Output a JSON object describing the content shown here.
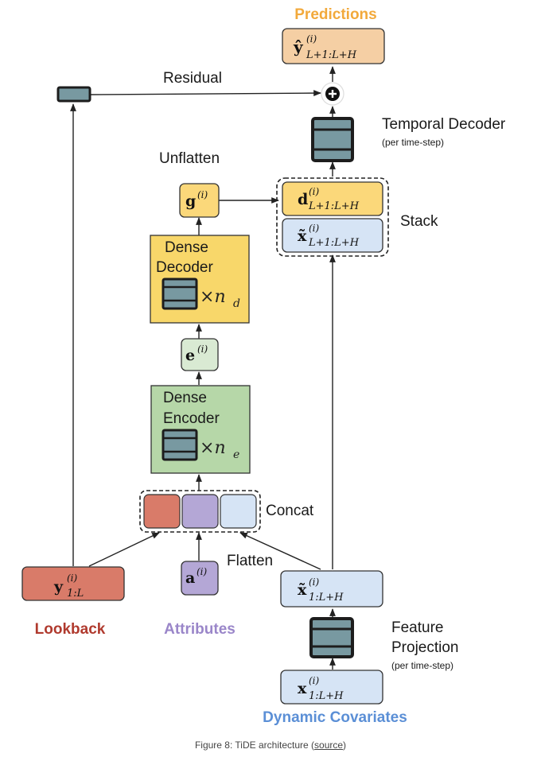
{
  "labels": {
    "predictions": "Predictions",
    "residual": "Residual",
    "temporal_decoder": "Temporal Decoder",
    "temporal_decoder_sub": "(per time-step)",
    "unflatten": "Unflatten",
    "stack": "Stack",
    "dense_decoder_line1": "Dense",
    "dense_decoder_line2": "Decoder",
    "dense_encoder_line1": "Dense",
    "dense_encoder_line2": "Encoder",
    "concat": "Concat",
    "flatten": "Flatten",
    "feature_projection_line1": "Feature",
    "feature_projection_line2": "Projection",
    "feature_projection_sub": "(per time-step)",
    "lookback": "Lookback",
    "attributes": "Attributes",
    "dynamic_covariates": "Dynamic Covariates"
  },
  "math": {
    "y_hat": {
      "base": "ŷ",
      "sup": "(i)",
      "sub": "L+1:L+H"
    },
    "d": {
      "base": "d",
      "sup": "(i)",
      "sub": "L+1:L+H"
    },
    "x_tilde_future": {
      "base": "x̃",
      "sup": "(i)",
      "sub": "L+1:L+H"
    },
    "g": {
      "base": "g",
      "sup": "(i)"
    },
    "e": {
      "base": "e",
      "sup": "(i)"
    },
    "decoder_mult": {
      "times": "×",
      "n": "n",
      "sub": "d"
    },
    "encoder_mult": {
      "times": "×",
      "n": "n",
      "sub": "e"
    },
    "y_lookback": {
      "base": "y",
      "sup": "(i)",
      "sub": "1:L"
    },
    "a": {
      "base": "a",
      "sup": "(i)"
    },
    "x_tilde_proj": {
      "base": "x̃",
      "sup": "(i)",
      "sub": "1:L+H"
    },
    "x_cov": {
      "base": "x",
      "sup": "(i)",
      "sub": "1:L+H"
    }
  },
  "caption": {
    "text": "Figure 8: TiDE architecture (",
    "link": "source",
    "close": ")"
  },
  "colors": {
    "orange_label": "#f2a93b",
    "lookback_label": "#b03a2e",
    "attributes_label": "#9a86c9",
    "covariates_label": "#5b8fd6",
    "pred_box": "#f5cfa4",
    "yellow": "#fbd87a",
    "decoder_fill": "#f8d76a",
    "green_light": "#d9ead3",
    "encoder_fill": "#b6d7a8",
    "blue_light": "#d6e4f5",
    "red_box": "#d97b69",
    "purple_box": "#b4a7d6",
    "block_teal": "#7899a1",
    "block_border": "#1d1d1d"
  }
}
